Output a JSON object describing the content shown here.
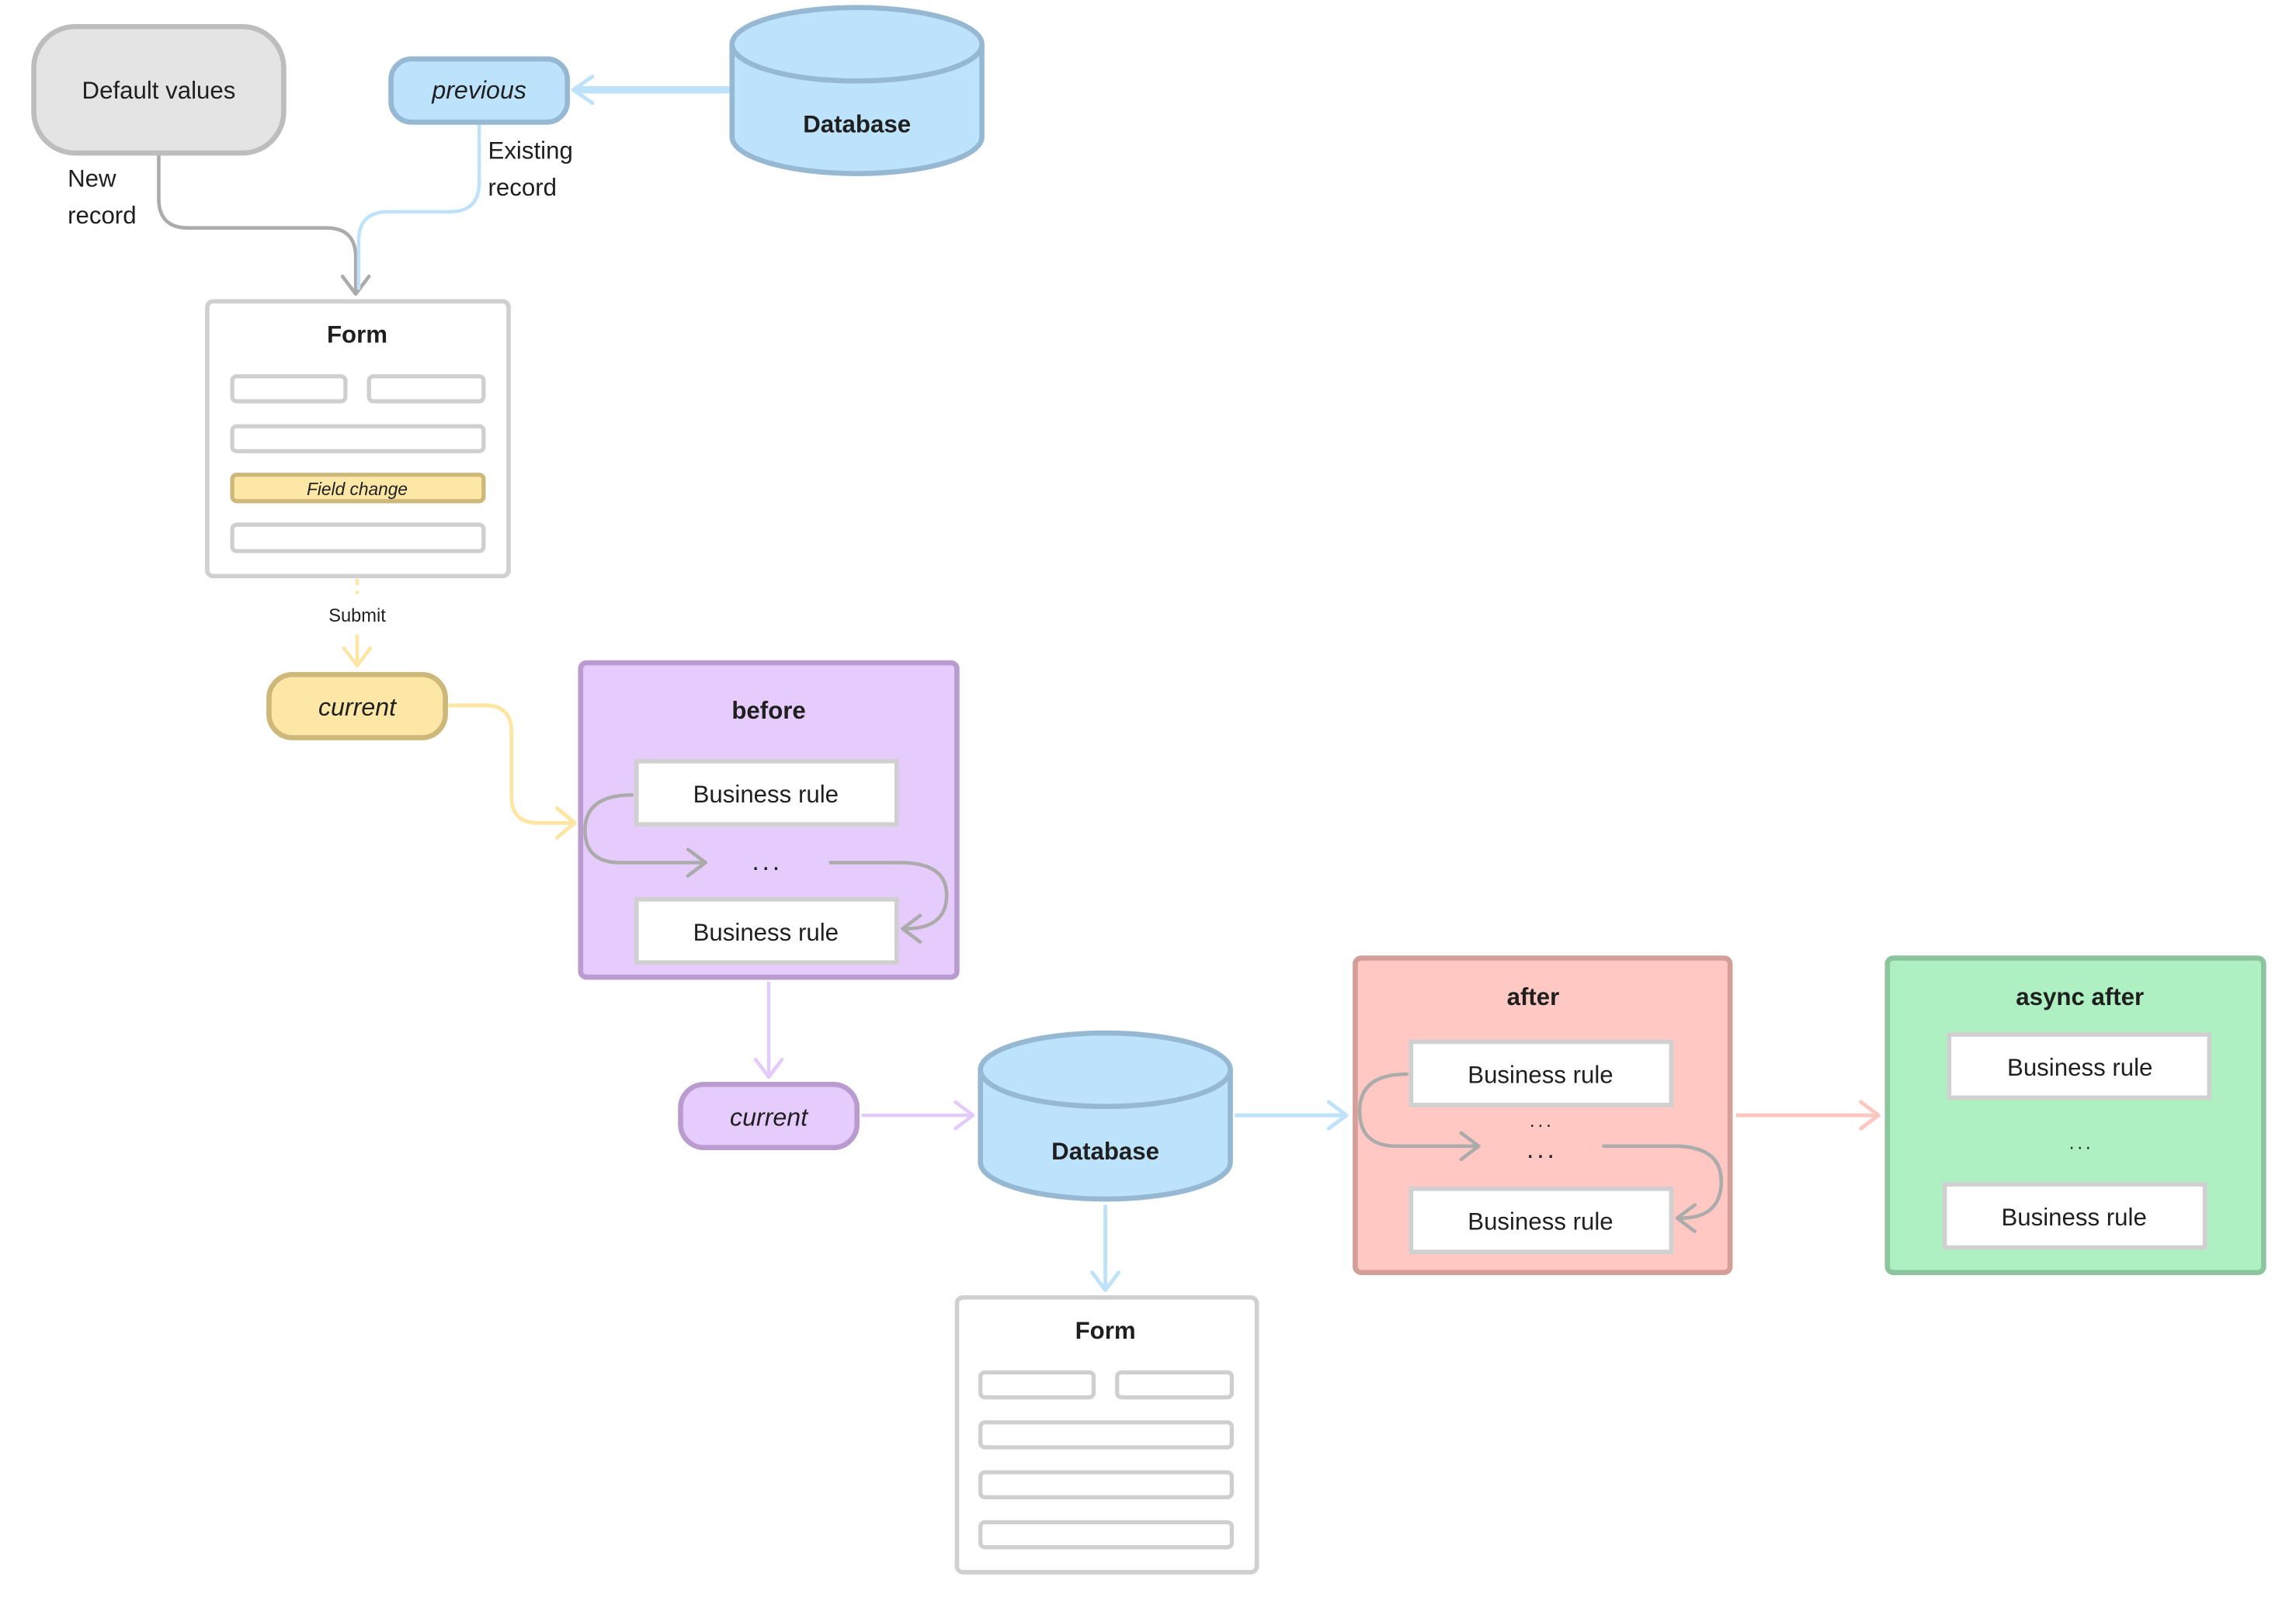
{
  "colors": {
    "gray_fill": "#e4e4e4",
    "gray_stroke": "#bdbdbd",
    "blue_fill": "#bde3fc",
    "blue_stroke": "#97b8d3",
    "blue_arrow": "#bfe2fb",
    "yellow_fill": "#fde7a6",
    "yellow_stroke": "#cdb779",
    "yellow_arrow": "#fde5a4",
    "purple_fill": "#e6ccfd",
    "purple_stroke": "#b99bd0",
    "purple_arrow": "#e3cbfb",
    "red_fill": "#ffc8c2",
    "red_stroke": "#d49e99",
    "red_arrow": "#fdc7c1",
    "green_fill": "#aef0c2",
    "green_stroke": "#8cc49e",
    "arrow_gray": "#ababab"
  },
  "default_values": {
    "label": "Default values"
  },
  "previous": {
    "label": "previous"
  },
  "database_top": {
    "label": "Database"
  },
  "edge_labels": {
    "new_record": [
      "New",
      "record"
    ],
    "existing_record": [
      "Existing",
      "record"
    ],
    "submit": "Submit"
  },
  "form_top": {
    "title": "Form",
    "highlight_field": "Field change"
  },
  "current_yellow": {
    "label": "current"
  },
  "before": {
    "title": "before",
    "rules": [
      "Business rule",
      "Business rule"
    ],
    "ellipsis": "..."
  },
  "current_purple": {
    "label": "current"
  },
  "database_mid": {
    "label": "Database"
  },
  "after": {
    "title": "after",
    "rules": [
      "Business rule",
      "Business rule"
    ],
    "ellipsis": "..."
  },
  "async_after": {
    "title": "async after",
    "rules": [
      "Business rule",
      "Business rule"
    ],
    "ellipsis": "..."
  },
  "form_bottom": {
    "title": "Form"
  }
}
